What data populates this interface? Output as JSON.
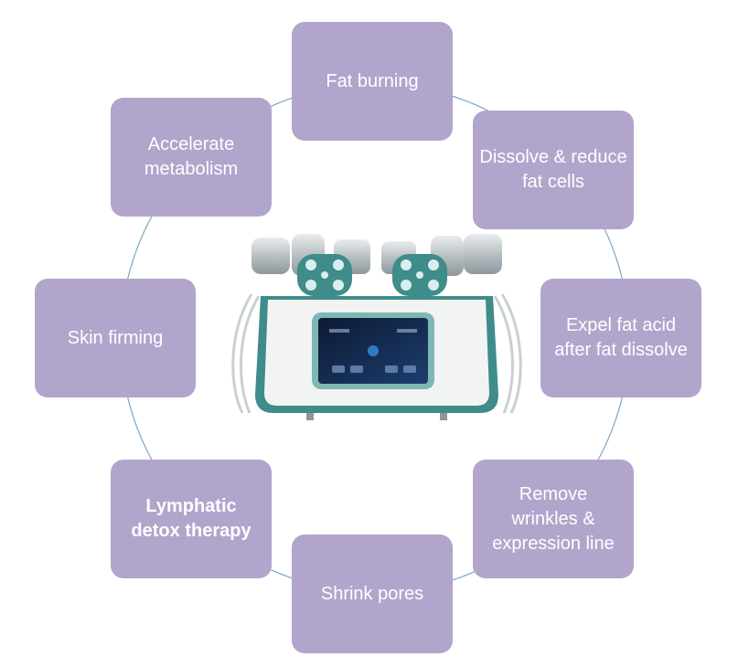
{
  "diagram": {
    "center_image": "beauty-slimming-machine",
    "colors": {
      "box_fill": "#b1a5cc",
      "box_text": "#ffffff",
      "ring_line": "#7aa6c8",
      "device_teal": "#3f8c8a",
      "device_body": "#f2f4f4"
    },
    "benefits": [
      {
        "label": "Fat burning"
      },
      {
        "label": "Dissolve & reduce\nfat cells"
      },
      {
        "label": "Expel fat acid\nafter fat dissolve"
      },
      {
        "label": "Remove\nwrinkles &\nexpression line"
      },
      {
        "label": "Shrink pores"
      },
      {
        "label": "Lymphatic\ndetox therapy"
      },
      {
        "label": "Skin firming"
      },
      {
        "label": "Accelerate\nmetabolism"
      }
    ]
  }
}
